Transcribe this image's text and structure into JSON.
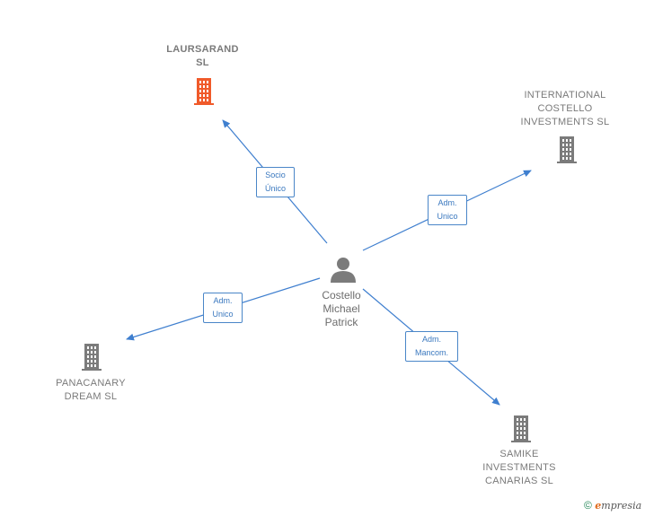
{
  "colors": {
    "edge": "#3f7fcf",
    "building": "#7b7b7b",
    "building_highlight": "#f05a2a",
    "person": "#7b7b7b"
  },
  "center": {
    "name": "Costello\nMichael\nPatrick",
    "icon": "person-icon"
  },
  "companies": [
    {
      "id": "laursarand",
      "name": "LAURSARAND\nSL",
      "highlight": true,
      "icon": "building-icon"
    },
    {
      "id": "international",
      "name": "INTERNATIONAL\nCOSTELLO\nINVESTMENTS SL",
      "highlight": false,
      "icon": "building-icon"
    },
    {
      "id": "panacanary",
      "name": "PANACANARY\nDREAM  SL",
      "highlight": false,
      "icon": "building-icon"
    },
    {
      "id": "samike",
      "name": "SAMIKE\nINVESTMENTS\nCANARIAS  SL",
      "highlight": false,
      "icon": "building-icon"
    }
  ],
  "relations": [
    {
      "to": "laursarand",
      "label": "Socio\nÚnico"
    },
    {
      "to": "international",
      "label": "Adm.\nUnico"
    },
    {
      "to": "panacanary",
      "label": "Adm.\nUnico"
    },
    {
      "to": "samike",
      "label": "Adm.\nMancom."
    }
  ],
  "footer": {
    "copyright": "©",
    "brand_initial": "e",
    "brand_rest": "mpresia"
  }
}
